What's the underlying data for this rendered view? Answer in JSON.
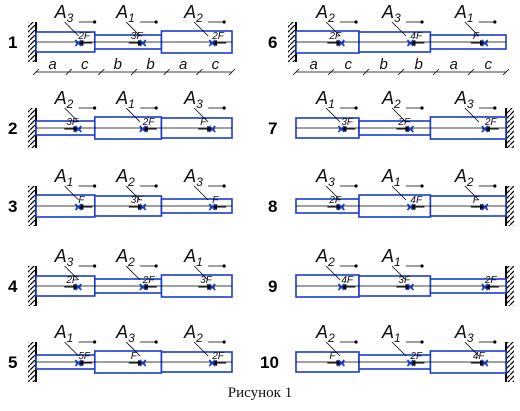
{
  "figure": {
    "caption": "Рисунок 1",
    "dimension_labels": [
      "a",
      "c",
      "b",
      "b",
      "a",
      "c"
    ],
    "schemes": [
      {
        "number": "1",
        "wall": "left",
        "section_labels": [
          "A3",
          "A1",
          "A2"
        ],
        "forces": [
          "2F",
          "3F",
          "2F"
        ]
      },
      {
        "number": "2",
        "wall": "left",
        "section_labels": [
          "A2",
          "A1",
          "A3"
        ],
        "forces": [
          "3F",
          "2F",
          "F"
        ]
      },
      {
        "number": "3",
        "wall": "left",
        "section_labels": [
          "A1",
          "A2",
          "A3"
        ],
        "forces": [
          "F",
          "3F",
          "F"
        ]
      },
      {
        "number": "4",
        "wall": "left",
        "section_labels": [
          "A3",
          "A2",
          "A1"
        ],
        "forces": [
          "2F",
          "2F",
          "3F"
        ]
      },
      {
        "number": "5",
        "wall": "left",
        "section_labels": [
          "A1",
          "A3",
          "A2"
        ],
        "forces": [
          "5F",
          "F",
          "2F"
        ]
      },
      {
        "number": "6",
        "wall": "left",
        "section_labels": [
          "A2",
          "A3",
          "A1"
        ],
        "forces": [
          "2F",
          "4F",
          "F"
        ]
      },
      {
        "number": "7",
        "wall": "right",
        "section_labels": [
          "A1",
          "A2",
          "A3"
        ],
        "forces": [
          "3F",
          "2F",
          "2F"
        ]
      },
      {
        "number": "8",
        "wall": "right",
        "section_labels": [
          "A3",
          "A1",
          "A2"
        ],
        "forces": [
          "2F",
          "4F",
          "F"
        ]
      },
      {
        "number": "9",
        "wall": "right",
        "section_labels": [
          "A2",
          "A1"
        ],
        "forces": [
          "4F",
          "3F",
          "2F"
        ]
      },
      {
        "number": "10",
        "wall": "right",
        "section_labels": [
          "A2",
          "A1",
          "A3"
        ],
        "forces": [
          "F",
          "2F",
          "4F"
        ]
      }
    ]
  }
}
